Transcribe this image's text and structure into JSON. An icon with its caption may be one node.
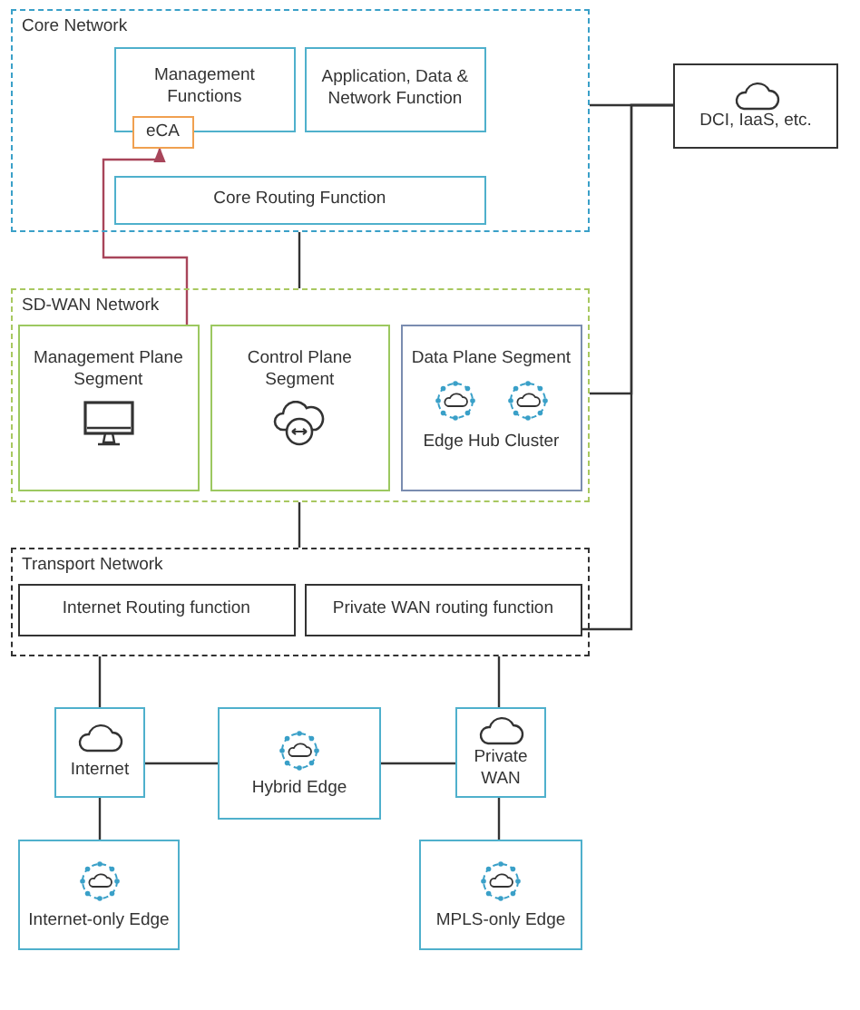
{
  "diagram": {
    "nodes": [
      {
        "text": [
          "Core Network"
        ]
      },
      {
        "text": [
          "Management Functions"
        ],
        "in": 0
      },
      {
        "text": [
          "eCA"
        ],
        "in": 0
      },
      {
        "text": [
          "Application, Data & Network Function"
        ],
        "in": 0
      },
      {
        "text": [
          "Core Routing Function"
        ],
        "in": 0
      },
      {
        "text": [
          "DCI, IaaS, etc."
        ]
      },
      {
        "text": [
          "SD-WAN Network"
        ]
      },
      {
        "text": [
          "Management Plane Segment"
        ],
        "in": 6
      },
      {
        "text": [
          "Control Plane Segment"
        ],
        "in": 6
      },
      {
        "text": [
          "Data Plane Segment",
          "Edge Hub Cluster"
        ],
        "in": 6
      },
      {
        "text": [
          "Transport Network"
        ]
      },
      {
        "text": [
          "Internet Routing function"
        ],
        "in": 10
      },
      {
        "text": [
          "Private WAN routing function"
        ],
        "in": 10
      },
      {
        "text": [
          "Internet"
        ]
      },
      {
        "text": [
          "Hybrid Edge"
        ]
      },
      {
        "text": [
          "Private WAN"
        ]
      },
      {
        "text": [
          "Internet-only Edge"
        ]
      },
      {
        "text": [
          "MPLS-only Edge"
        ]
      }
    ],
    "edges": [
      {
        "from": 7,
        "to": 2,
        "arrow": "to",
        "color": "#a8455a"
      },
      {
        "from": 0,
        "to": 6,
        "arrow": "none"
      },
      {
        "from": 6,
        "to": 10,
        "arrow": "none"
      },
      {
        "from": 5,
        "to": 0,
        "arrow": "none"
      },
      {
        "from": 5,
        "to": 6,
        "arrow": "none"
      },
      {
        "from": 5,
        "to": 12,
        "arrow": "none"
      },
      {
        "from": 10,
        "to": 13,
        "arrow": "none"
      },
      {
        "from": 10,
        "to": 15,
        "arrow": "none"
      },
      {
        "from": 13,
        "to": 14,
        "arrow": "none"
      },
      {
        "from": 14,
        "to": 15,
        "arrow": "none"
      },
      {
        "from": 13,
        "to": 16,
        "arrow": "none"
      },
      {
        "from": 15,
        "to": 17,
        "arrow": "none"
      }
    ]
  }
}
